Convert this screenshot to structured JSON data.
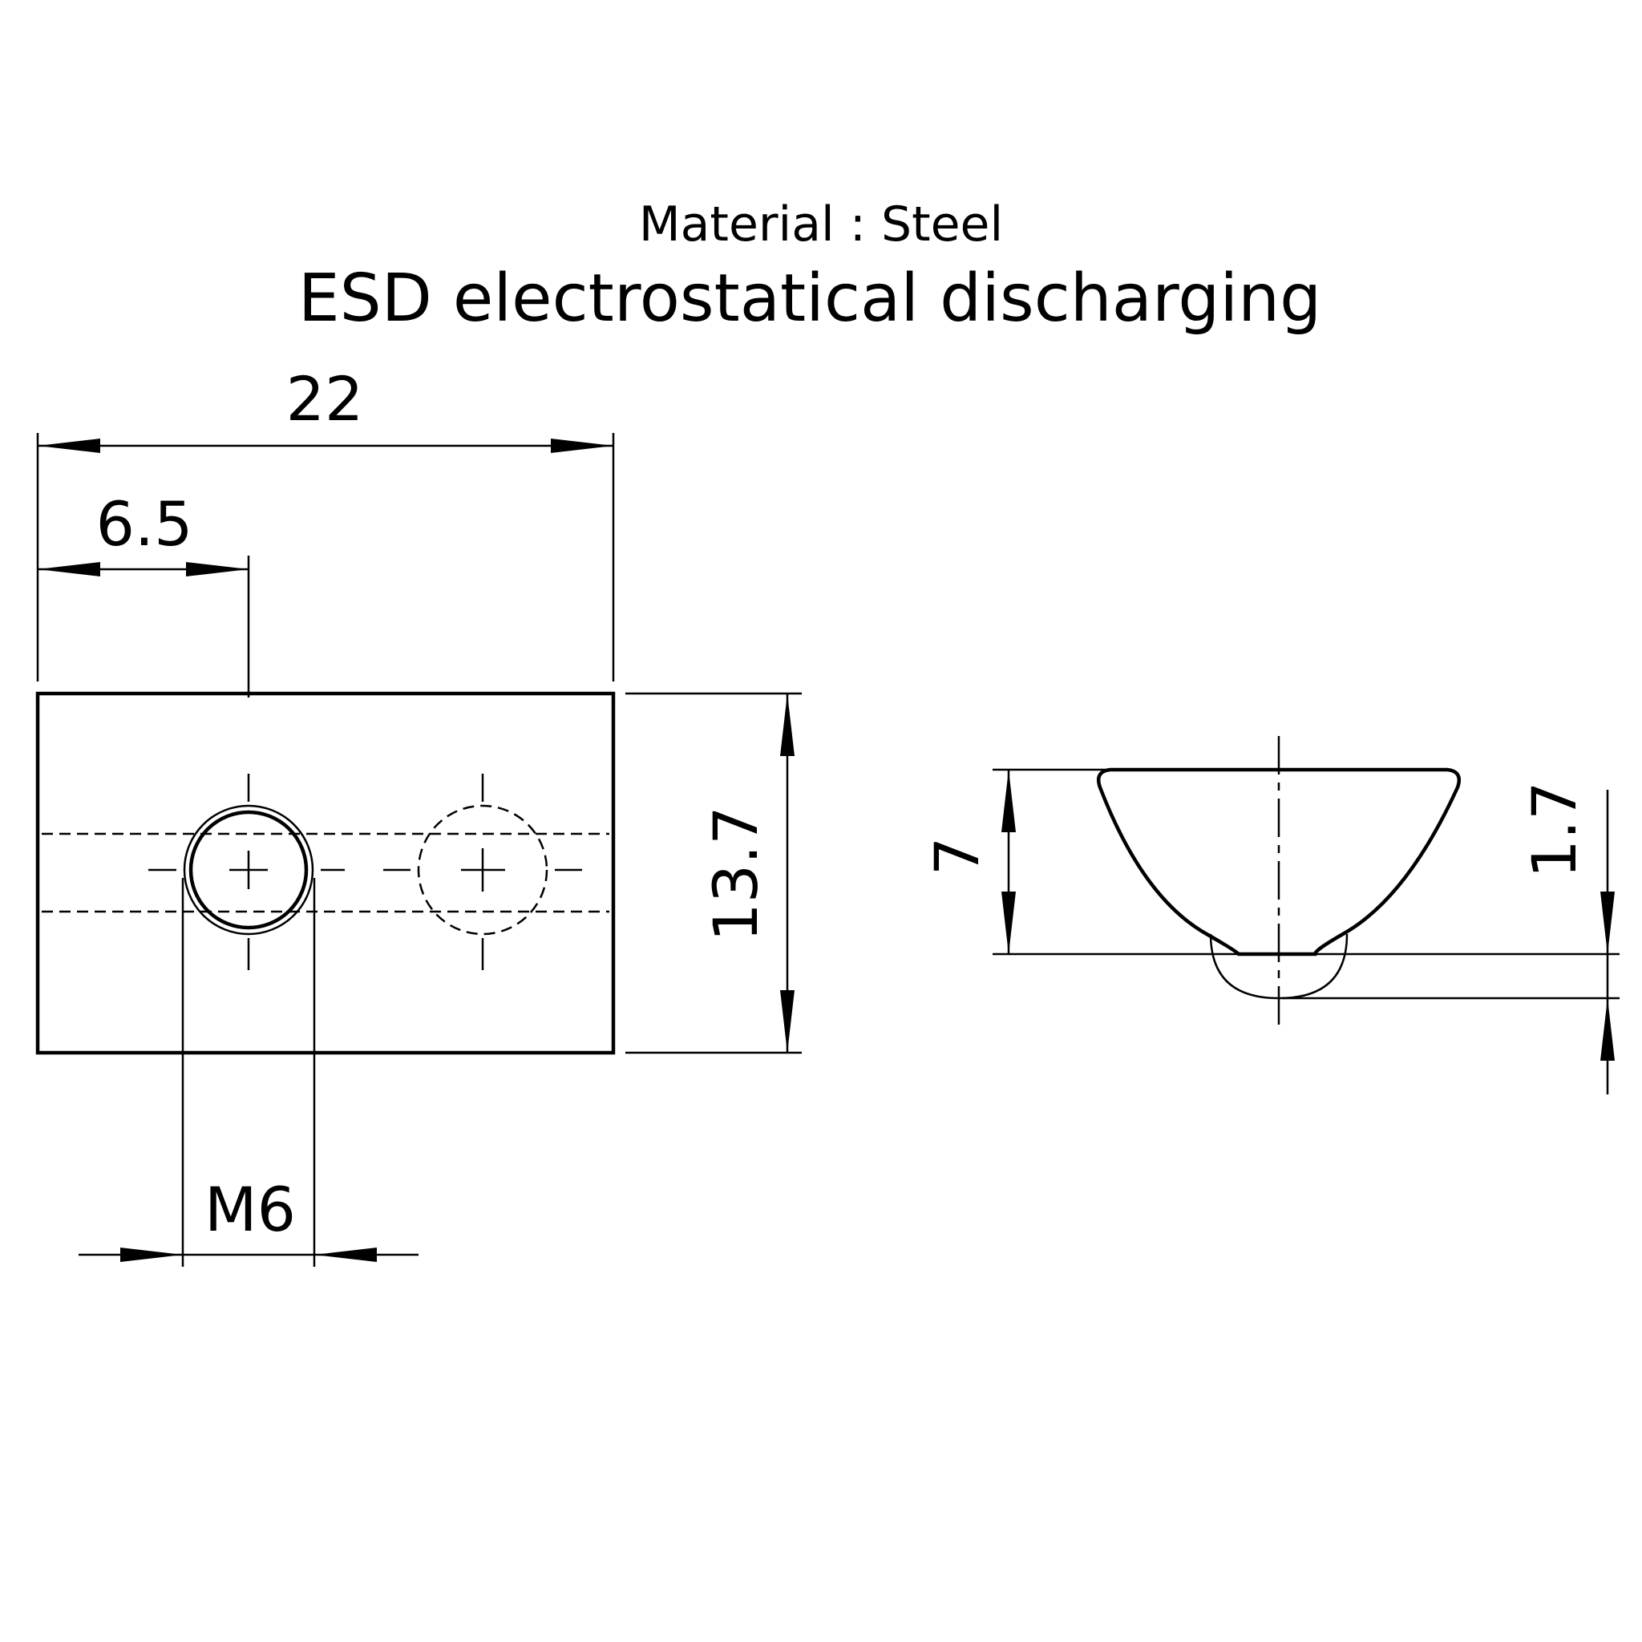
{
  "header": {
    "material": "Material : Steel",
    "feature": "ESD electrostatical discharging"
  },
  "dimensions": {
    "overall_length": "22",
    "hole_offset": "6.5",
    "width": "13.7",
    "thread": "M6",
    "height": "7",
    "spring_protrusion": "1.7"
  }
}
